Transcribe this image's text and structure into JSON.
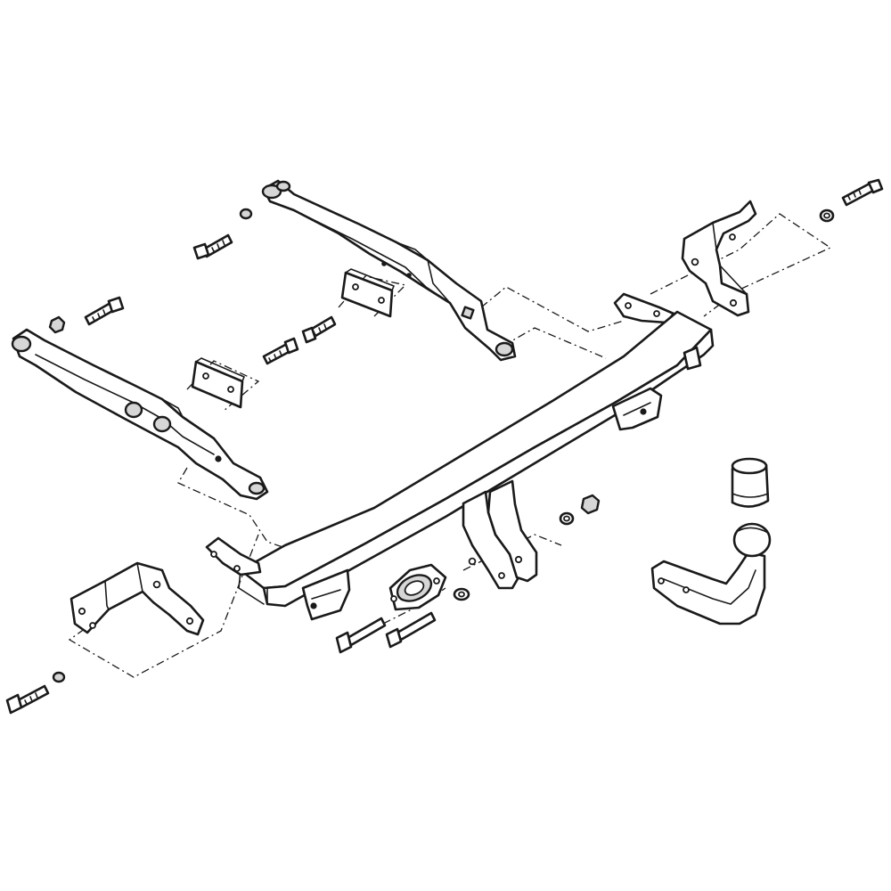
{
  "diagram": {
    "kind": "exploded-assembly-line-drawing",
    "palette": {
      "line": "#1a1a1a",
      "fill": "#ffffff",
      "shade": "#d6d6d6",
      "background": "#ffffff"
    },
    "parts": [
      "left-chassis-arm",
      "right-chassis-arm",
      "spacer-plate-left",
      "spacer-plate-right",
      "crossbar",
      "left-side-bracket",
      "right-side-bracket",
      "center-drop-plate",
      "socket-plate",
      "tow-ball-neck",
      "tow-ball",
      "tow-ball-cap",
      "bolts",
      "washers",
      "nuts"
    ]
  }
}
